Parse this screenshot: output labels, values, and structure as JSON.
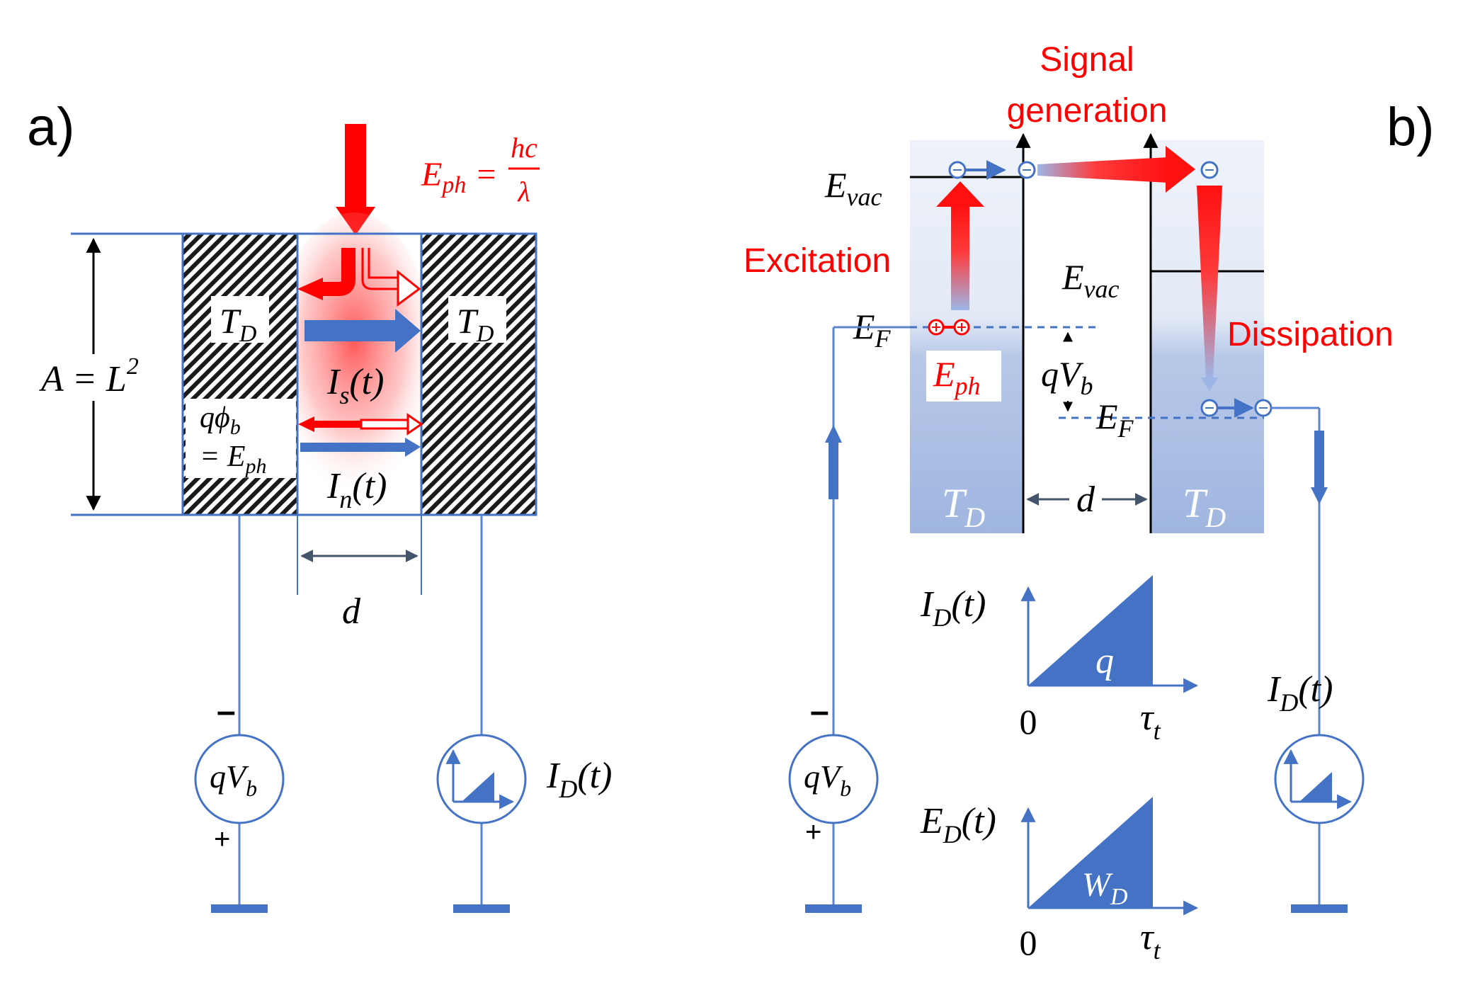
{
  "panel_a": {
    "panel_label": "a)",
    "photon_energy": {
      "lhs": "E",
      "lhs_sub": "ph",
      "eq": " = ",
      "numerator": "hc",
      "denominator": "λ"
    },
    "electrode_temp": {
      "symbol": "T",
      "sub": "D"
    },
    "area": {
      "lhs": "A",
      "eq": " = ",
      "rhs": "L",
      "sup": "2"
    },
    "barrier": {
      "line1": "qϕ",
      "line1_sub": "b",
      "line2": "= E",
      "line2_sub": "ph"
    },
    "signal_current": {
      "symbol": "I",
      "sub": "s",
      "arg": "(t)"
    },
    "noise_current": {
      "symbol": "I",
      "sub": "n",
      "arg": "(t)"
    },
    "gap": "d",
    "bias_source": {
      "symbol": "qV",
      "sub": "b",
      "minus": "–",
      "plus": "+"
    },
    "detector_current": {
      "symbol": "I",
      "sub": "D",
      "arg": "(t)"
    }
  },
  "panel_b": {
    "panel_label": "b)",
    "signal_generation": [
      "Signal",
      "generation"
    ],
    "excitation": "Excitation",
    "dissipation": "Dissipation",
    "e_vac": {
      "symbol": "E",
      "sub": "vac"
    },
    "e_f": {
      "symbol": "E",
      "sub": "F"
    },
    "e_ph": {
      "symbol": "E",
      "sub": "ph"
    },
    "bias": {
      "symbol": "qV",
      "sub": "b"
    },
    "electrode_temp": {
      "symbol": "T",
      "sub": "D"
    },
    "gap": "d",
    "current_plot": {
      "ylabel": "I",
      "ylabel_sub": "D",
      "ylabel_arg": "(t)",
      "area_label": "q",
      "x0": "0",
      "xend": "τ",
      "xend_sub": "t"
    },
    "energy_plot": {
      "ylabel": "E",
      "ylabel_sub": "D",
      "ylabel_arg": "(t)",
      "area_label": "W",
      "area_label_sub": "D",
      "x0": "0",
      "xend": "τ",
      "xend_sub": "t"
    },
    "bias_source": {
      "symbol": "qV",
      "sub": "b",
      "minus": "–",
      "plus": "+"
    },
    "detector_current": {
      "symbol": "I",
      "sub": "D",
      "arg": "(t)"
    }
  },
  "colors": {
    "blue": "#4472c4",
    "wire": "#5b84cc",
    "red": "#ff0000",
    "black": "#000000",
    "electrode_fill": "#c6d3ea"
  }
}
